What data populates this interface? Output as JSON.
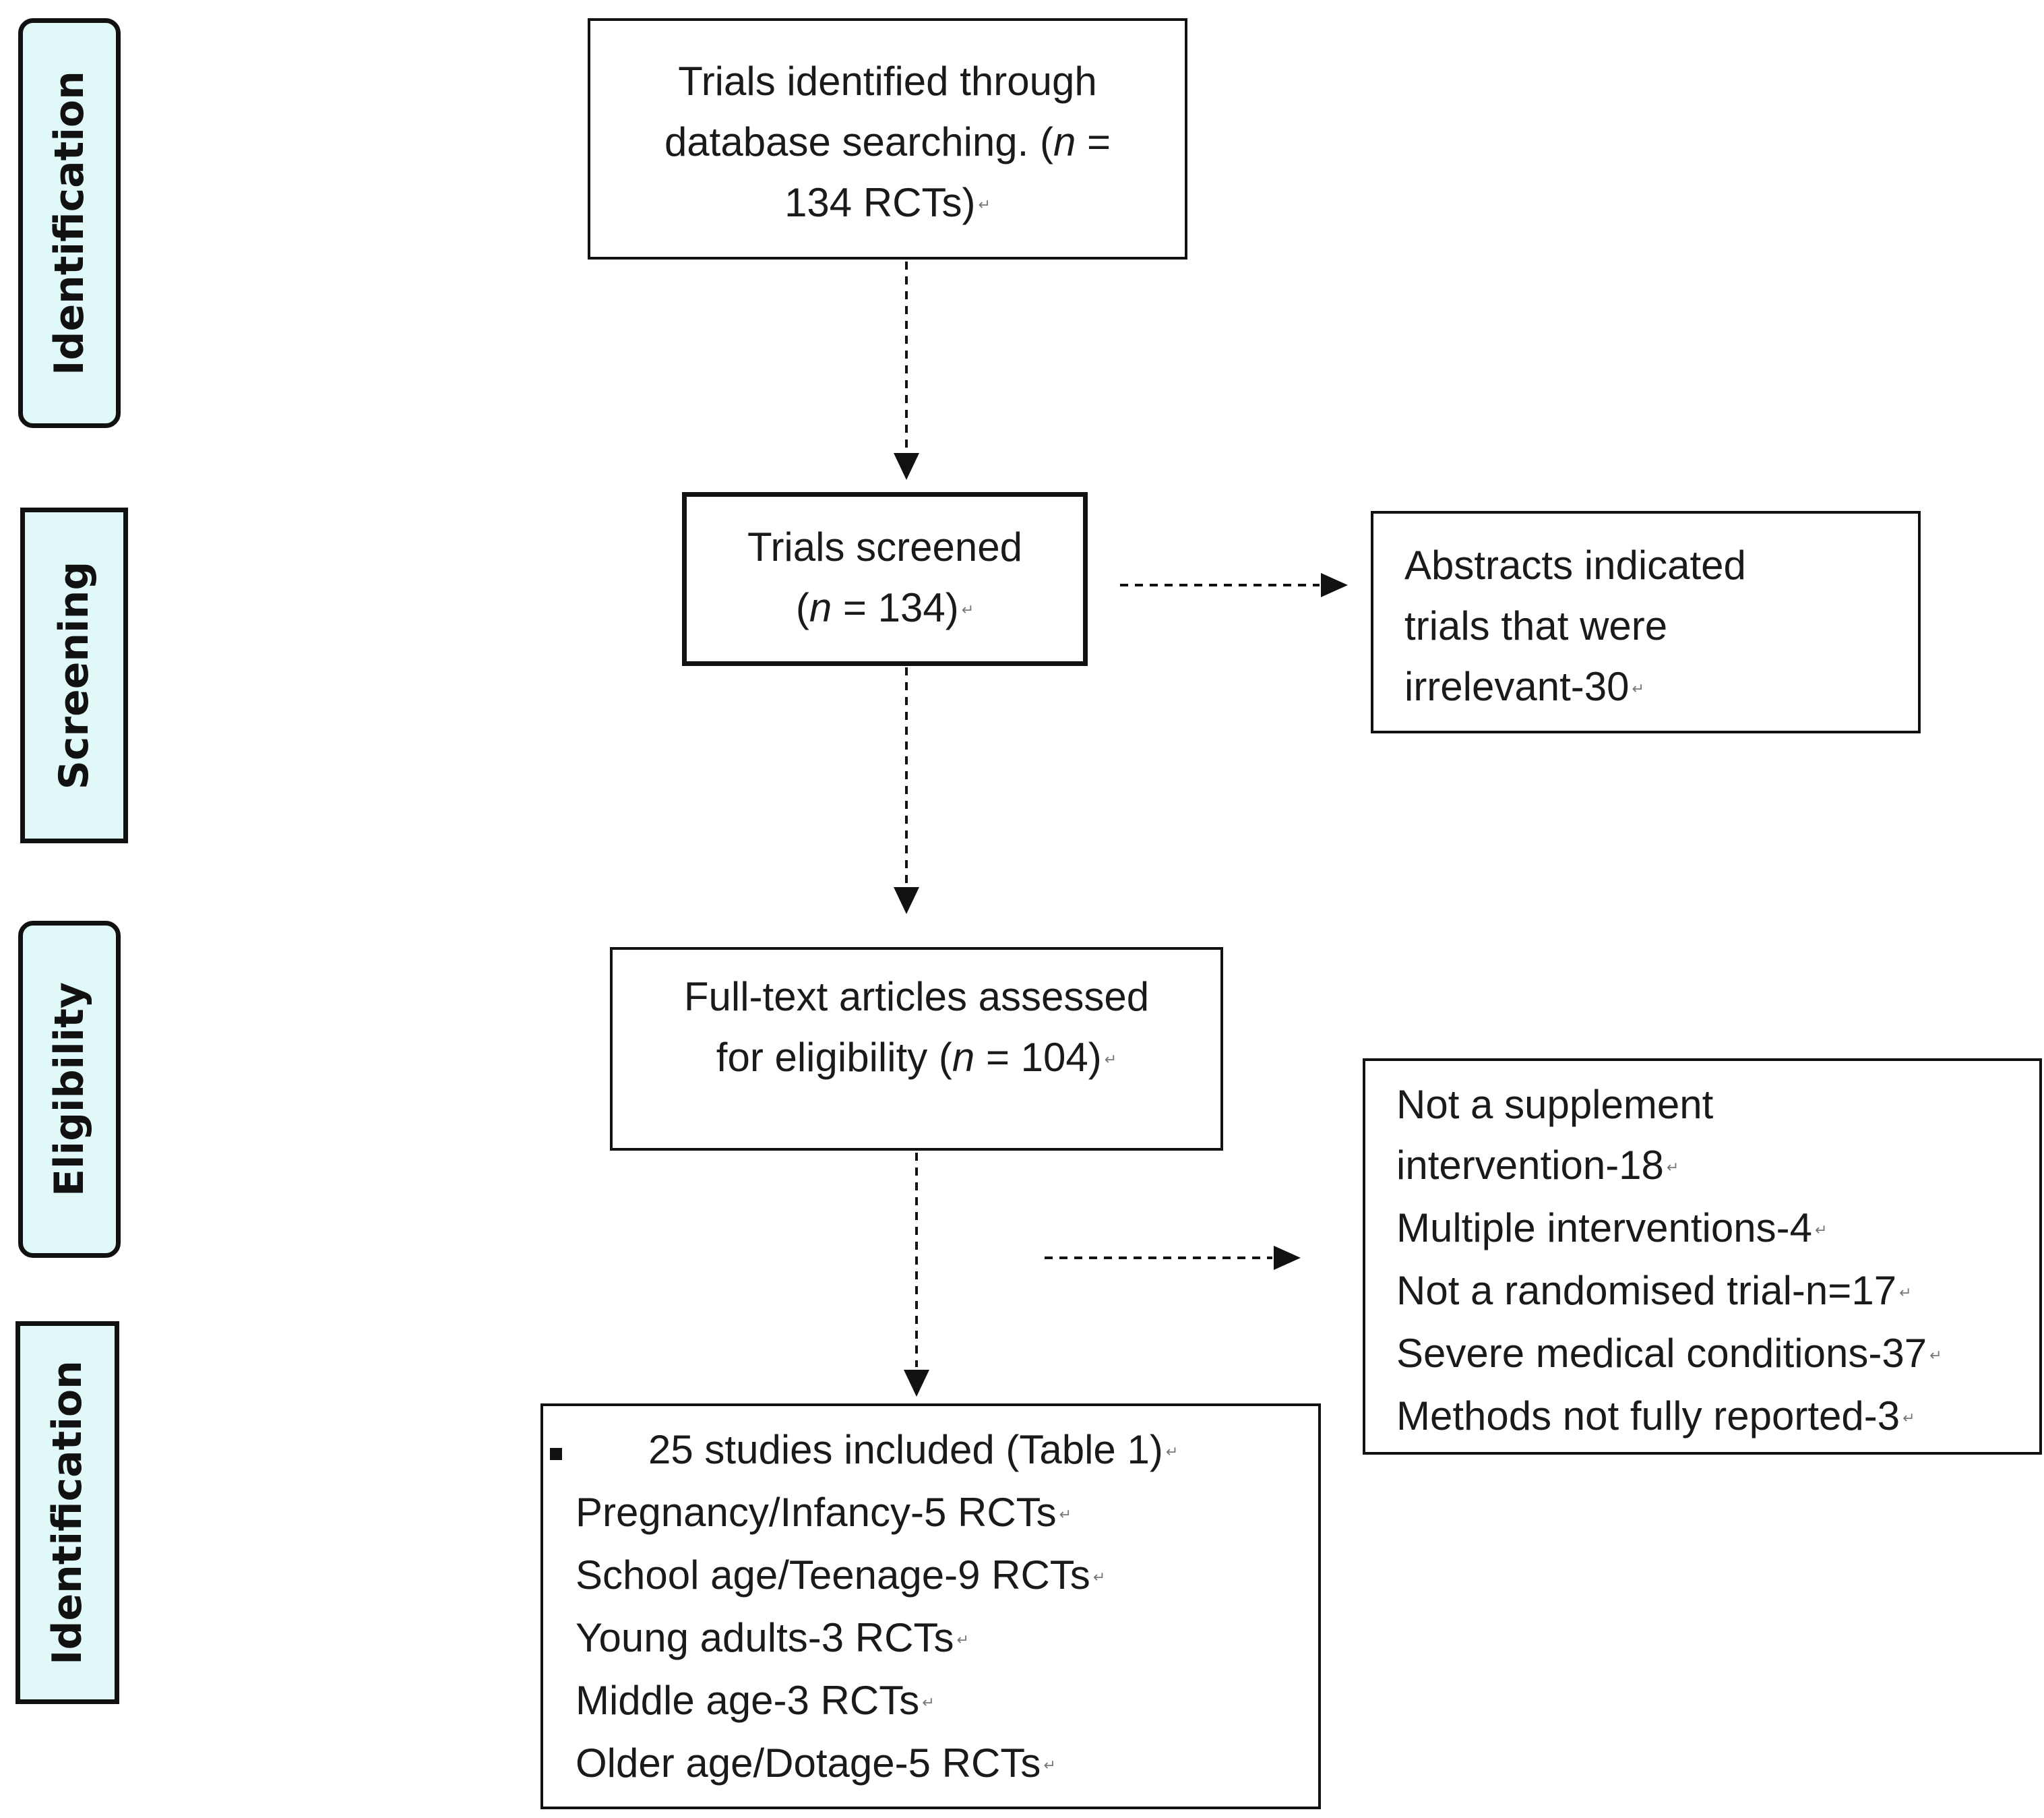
{
  "stages": [
    {
      "id": "stage-identification",
      "label": "Identification"
    },
    {
      "id": "stage-screening",
      "label": "Screening"
    },
    {
      "id": "stage-eligibility",
      "label": "Eligibility"
    },
    {
      "id": "stage-included",
      "label": "Identification"
    }
  ],
  "boxes": {
    "identified": {
      "line1": "Trials identified through",
      "line2_pre": "database searching. (",
      "line2_n": "n",
      "line2_post": " =",
      "line3": "134 RCTs)"
    },
    "screened": {
      "line1": "Trials screened",
      "line2_pre": "(",
      "line2_n": "n",
      "line2_post": " = 134)"
    },
    "abstracts_excluded": {
      "lines": [
        "Abstracts indicated",
        "trials that were",
        "irrelevant-30"
      ]
    },
    "fulltext": {
      "line1": "Full-text articles assessed",
      "line2_pre": "for eligibility (",
      "line2_n": "n",
      "line2_post": " = 104)"
    },
    "fulltext_excluded": {
      "lines": [
        "Not a supplement",
        "intervention-18",
        "Multiple interventions-4",
        "Not a randomised trial-n=17",
        "Severe medical conditions-37",
        "Methods not fully reported-3"
      ]
    },
    "included": {
      "heading": "25 studies included (Table 1)",
      "lines": [
        "Pregnancy/Infancy-5 RCTs",
        "School age/Teenage-9 RCTs",
        "Young adults-3 RCTs",
        "Middle age-3 RCTs",
        "Older age/Dotage-5 RCTs"
      ]
    }
  },
  "paragraph_mark": "↵"
}
